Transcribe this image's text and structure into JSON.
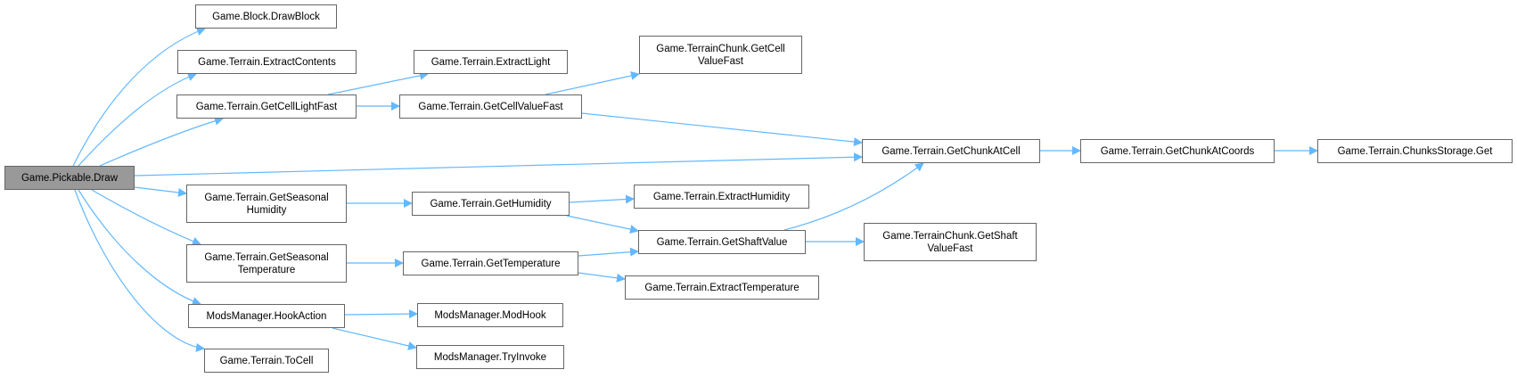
{
  "diagram": {
    "type": "call-graph",
    "edge_color": "#63b8ff",
    "root_fill": "#999999",
    "node_border": "#666666",
    "nodes": [
      {
        "id": "pickable_draw",
        "label": "Game.Pickable.Draw",
        "root": true
      },
      {
        "id": "draw_block",
        "label": "Game.Block.DrawBlock"
      },
      {
        "id": "extract_contents",
        "label": "Game.Terrain.ExtractContents"
      },
      {
        "id": "get_cell_light_fast",
        "label": "Game.Terrain.GetCellLightFast"
      },
      {
        "id": "get_seasonal_humidity",
        "label": "Game.Terrain.GetSeasonal\nHumidity"
      },
      {
        "id": "get_seasonal_temperature",
        "label": "Game.Terrain.GetSeasonal\nTemperature"
      },
      {
        "id": "hook_action",
        "label": "ModsManager.HookAction"
      },
      {
        "id": "to_cell",
        "label": "Game.Terrain.ToCell"
      },
      {
        "id": "extract_light",
        "label": "Game.Terrain.ExtractLight"
      },
      {
        "id": "get_cell_value_fast",
        "label": "Game.Terrain.GetCellValueFast"
      },
      {
        "id": "chunk_get_cell_value_fast",
        "label": "Game.TerrainChunk.GetCell\nValueFast"
      },
      {
        "id": "get_humidity",
        "label": "Game.Terrain.GetHumidity"
      },
      {
        "id": "get_temperature",
        "label": "Game.Terrain.GetTemperature"
      },
      {
        "id": "mod_hook",
        "label": "ModsManager.ModHook"
      },
      {
        "id": "try_invoke",
        "label": "ModsManager.TryInvoke"
      },
      {
        "id": "extract_humidity",
        "label": "Game.Terrain.ExtractHumidity"
      },
      {
        "id": "get_shaft_value",
        "label": "Game.Terrain.GetShaftValue"
      },
      {
        "id": "extract_temperature",
        "label": "Game.Terrain.ExtractTemperature"
      },
      {
        "id": "get_chunk_at_cell",
        "label": "Game.Terrain.GetChunkAtCell"
      },
      {
        "id": "get_chunk_at_coords",
        "label": "Game.Terrain.GetChunkAtCoords"
      },
      {
        "id": "chunks_storage_get",
        "label": "Game.Terrain.ChunksStorage.Get"
      },
      {
        "id": "chunk_get_shaft_value_fast",
        "label": "Game.TerrainChunk.GetShaft\nValueFast"
      }
    ],
    "edges": [
      {
        "from": "pickable_draw",
        "to": "draw_block"
      },
      {
        "from": "pickable_draw",
        "to": "extract_contents"
      },
      {
        "from": "pickable_draw",
        "to": "get_cell_light_fast"
      },
      {
        "from": "pickable_draw",
        "to": "get_chunk_at_cell"
      },
      {
        "from": "pickable_draw",
        "to": "get_seasonal_humidity"
      },
      {
        "from": "pickable_draw",
        "to": "get_seasonal_temperature"
      },
      {
        "from": "pickable_draw",
        "to": "hook_action"
      },
      {
        "from": "pickable_draw",
        "to": "to_cell"
      },
      {
        "from": "get_cell_light_fast",
        "to": "extract_light"
      },
      {
        "from": "get_cell_light_fast",
        "to": "get_cell_value_fast"
      },
      {
        "from": "get_cell_value_fast",
        "to": "chunk_get_cell_value_fast"
      },
      {
        "from": "get_cell_value_fast",
        "to": "get_chunk_at_cell"
      },
      {
        "from": "get_seasonal_humidity",
        "to": "get_humidity"
      },
      {
        "from": "get_seasonal_temperature",
        "to": "get_temperature"
      },
      {
        "from": "get_humidity",
        "to": "extract_humidity"
      },
      {
        "from": "get_humidity",
        "to": "get_shaft_value"
      },
      {
        "from": "get_temperature",
        "to": "get_shaft_value"
      },
      {
        "from": "get_temperature",
        "to": "extract_temperature"
      },
      {
        "from": "hook_action",
        "to": "mod_hook"
      },
      {
        "from": "hook_action",
        "to": "try_invoke"
      },
      {
        "from": "get_shaft_value",
        "to": "get_chunk_at_cell"
      },
      {
        "from": "get_shaft_value",
        "to": "chunk_get_shaft_value_fast"
      },
      {
        "from": "get_chunk_at_cell",
        "to": "get_chunk_at_coords"
      },
      {
        "from": "get_chunk_at_coords",
        "to": "chunks_storage_get"
      }
    ]
  }
}
